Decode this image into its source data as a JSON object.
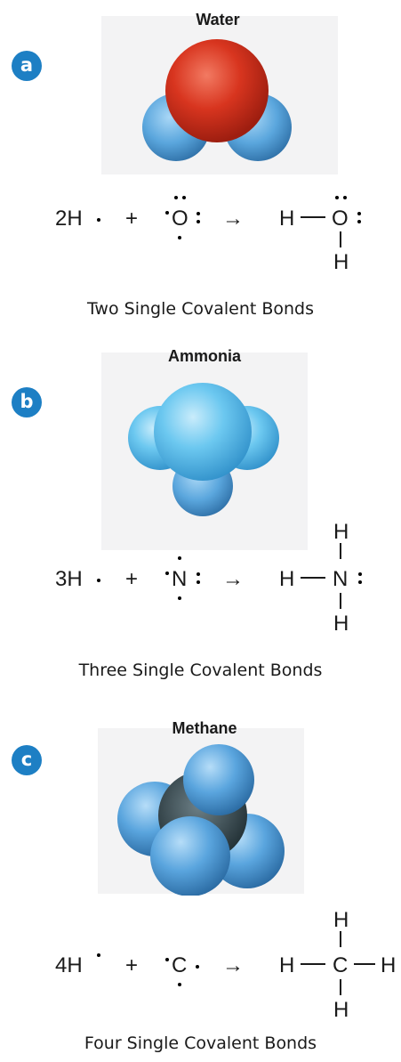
{
  "accent_color": "#1d7fc4",
  "panels": [
    {
      "label": "a",
      "title": "Water",
      "reactant_h": "2H",
      "plus": "+",
      "atom": "O",
      "arrow": "→",
      "product_h": "H",
      "product_atom": "O",
      "bottom_h": "H",
      "caption": "Two Single Covalent Bonds"
    },
    {
      "label": "b",
      "title": "Ammonia",
      "reactant_h": "3H",
      "plus": "+",
      "atom": "N",
      "arrow": "→",
      "top_h": "H",
      "product_h": "H",
      "product_atom": "N",
      "bottom_h": "H",
      "caption": "Three Single Covalent Bonds"
    },
    {
      "label": "c",
      "title": "Methane",
      "reactant_h": "4H",
      "plus": "+",
      "atom": "C",
      "arrow": "→",
      "top_h": "H",
      "product_h": "H",
      "product_atom": "C",
      "right_h": "H",
      "bottom_h": "H",
      "caption": "Four Single Covalent Bonds"
    }
  ]
}
